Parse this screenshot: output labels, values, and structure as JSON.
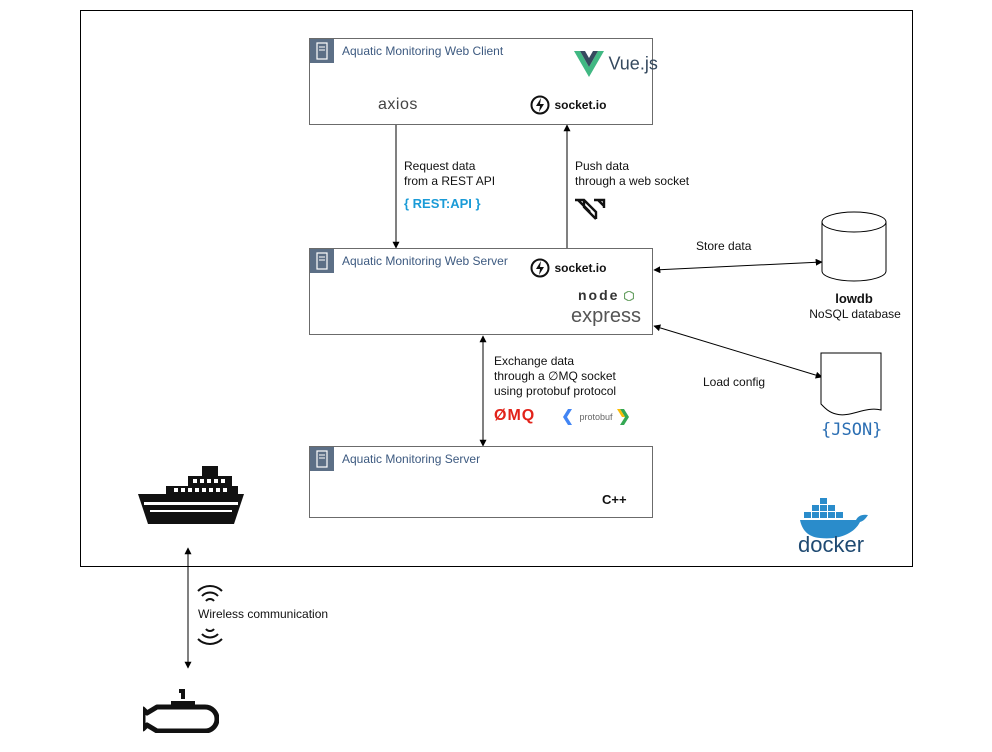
{
  "boxes": {
    "client": {
      "title": "Aquatic Monitoring Web Client",
      "lib_left": "axios",
      "lib_right": "socket.io",
      "framework": "Vue.js"
    },
    "web_server": {
      "title": "Aquatic Monitoring Web Server",
      "lib_socket": "socket.io",
      "runtime": "node",
      "framework": "express"
    },
    "server": {
      "title": "Aquatic Monitoring Server",
      "language": "C++"
    }
  },
  "edges": {
    "request": {
      "line1": "Request data",
      "line2": "from a REST API",
      "logo": "{ REST:API }"
    },
    "push": {
      "line1": "Push data",
      "line2": "through a web socket"
    },
    "exchange": {
      "line1": "Exchange data",
      "line2": "through a ∅MQ socket",
      "line3": "using protobuf protocol",
      "logo_zmq": "ØMQ",
      "logo_protobuf": "protobuf"
    },
    "store": "Store data",
    "load": "Load config",
    "wireless": "Wireless communication"
  },
  "database": {
    "name": "lowdb",
    "desc": "NoSQL database"
  },
  "config_logo": "{JSON}",
  "docker_label": "docker",
  "colors": {
    "box_icon": "#5c6f86",
    "title_text": "#3d5a80",
    "vue_green": "#41b883",
    "vue_dark": "#35495e",
    "rest_blue": "#1a9bd7",
    "zmq_red": "#e2231a",
    "docker_blue": "#2a8ccb",
    "node_green": "#68a063"
  }
}
